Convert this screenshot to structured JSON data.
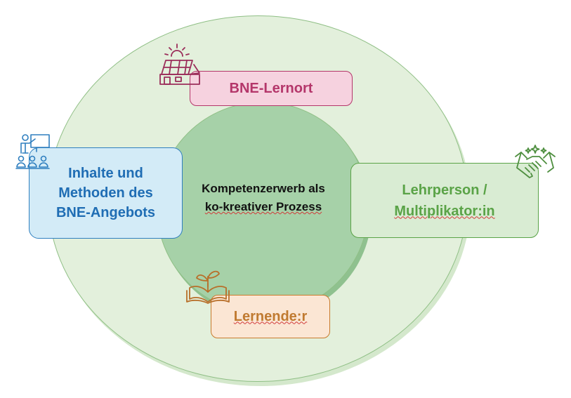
{
  "diagram": {
    "center": {
      "line1": "Kompetenzerwerb als",
      "line2": "ko-kreativer Prozess"
    },
    "lernort": {
      "label": "BNE-Lernort"
    },
    "inhalte": {
      "line1": "Inhalte und",
      "line2": "Methoden des",
      "line3": "BNE-Angebots"
    },
    "lehrperson": {
      "line1": "Lehrperson /",
      "line2": "Multiplikator:in"
    },
    "lernende": {
      "label": "Lernende:r"
    }
  },
  "colors": {
    "outer_ring": "#e3f0dc",
    "inner_circle": "#a6d1a8",
    "lernort": "#b4366a",
    "inhalte": "#1f6db4",
    "lehrperson": "#5aa347",
    "lernende": "#c07a30"
  },
  "icons": {
    "lernort": "solar-house-icon",
    "inhalte": "teacher-presentation-icon",
    "lehrperson": "handshake-icon",
    "lernende": "book-sprout-icon"
  }
}
